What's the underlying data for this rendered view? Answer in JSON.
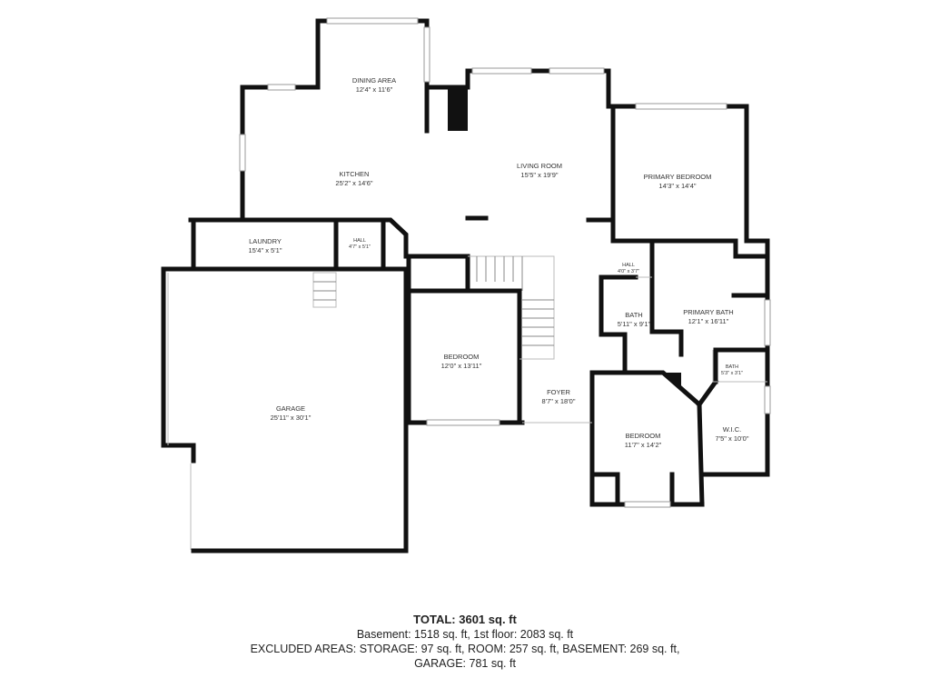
{
  "rooms": [
    {
      "key": "dining",
      "name": "DINING AREA",
      "dims": "12'4\" x 11'6\""
    },
    {
      "key": "kitchen",
      "name": "KITCHEN",
      "dims": "25'2\" x 14'6\""
    },
    {
      "key": "living",
      "name": "LIVING ROOM",
      "dims": "15'5\" x 19'9\""
    },
    {
      "key": "primary_bedroom",
      "name": "PRIMARY BEDROOM",
      "dims": "14'3\" x 14'4\""
    },
    {
      "key": "laundry",
      "name": "LAUNDRY",
      "dims": "15'4\" x 5'1\""
    },
    {
      "key": "hall1",
      "name": "HALL",
      "dims": "4'7\" x 5'1\""
    },
    {
      "key": "hall2",
      "name": "HALL",
      "dims": "4'0\" x 3'7\""
    },
    {
      "key": "bath1",
      "name": "BATH",
      "dims": "5'11\" x 9'1\""
    },
    {
      "key": "primary_bath",
      "name": "PRIMARY BATH",
      "dims": "12'1\" x 16'11\""
    },
    {
      "key": "bath2",
      "name": "BATH",
      "dims": "5'3\" x 3'1\""
    },
    {
      "key": "bedroom1",
      "name": "BEDROOM",
      "dims": "12'0\" x 13'11\""
    },
    {
      "key": "foyer",
      "name": "FOYER",
      "dims": "8'7\" x 18'0\""
    },
    {
      "key": "garage",
      "name": "GARAGE",
      "dims": "25'11\" x 30'1\""
    },
    {
      "key": "bedroom2",
      "name": "BEDROOM",
      "dims": "11'7\" x 14'2\""
    },
    {
      "key": "wic",
      "name": "W.I.C.",
      "dims": "7'5\" x 10'0\""
    }
  ],
  "summary": {
    "total": "TOTAL: 3601 sq. ft",
    "line1": "Basement: 1518 sq. ft, 1st floor: 2083 sq. ft",
    "line2": "EXCLUDED AREAS: STORAGE: 97 sq. ft, ROOM: 257 sq. ft, BASEMENT: 269 sq. ft,",
    "line3": "GARAGE: 781 sq. ft"
  }
}
